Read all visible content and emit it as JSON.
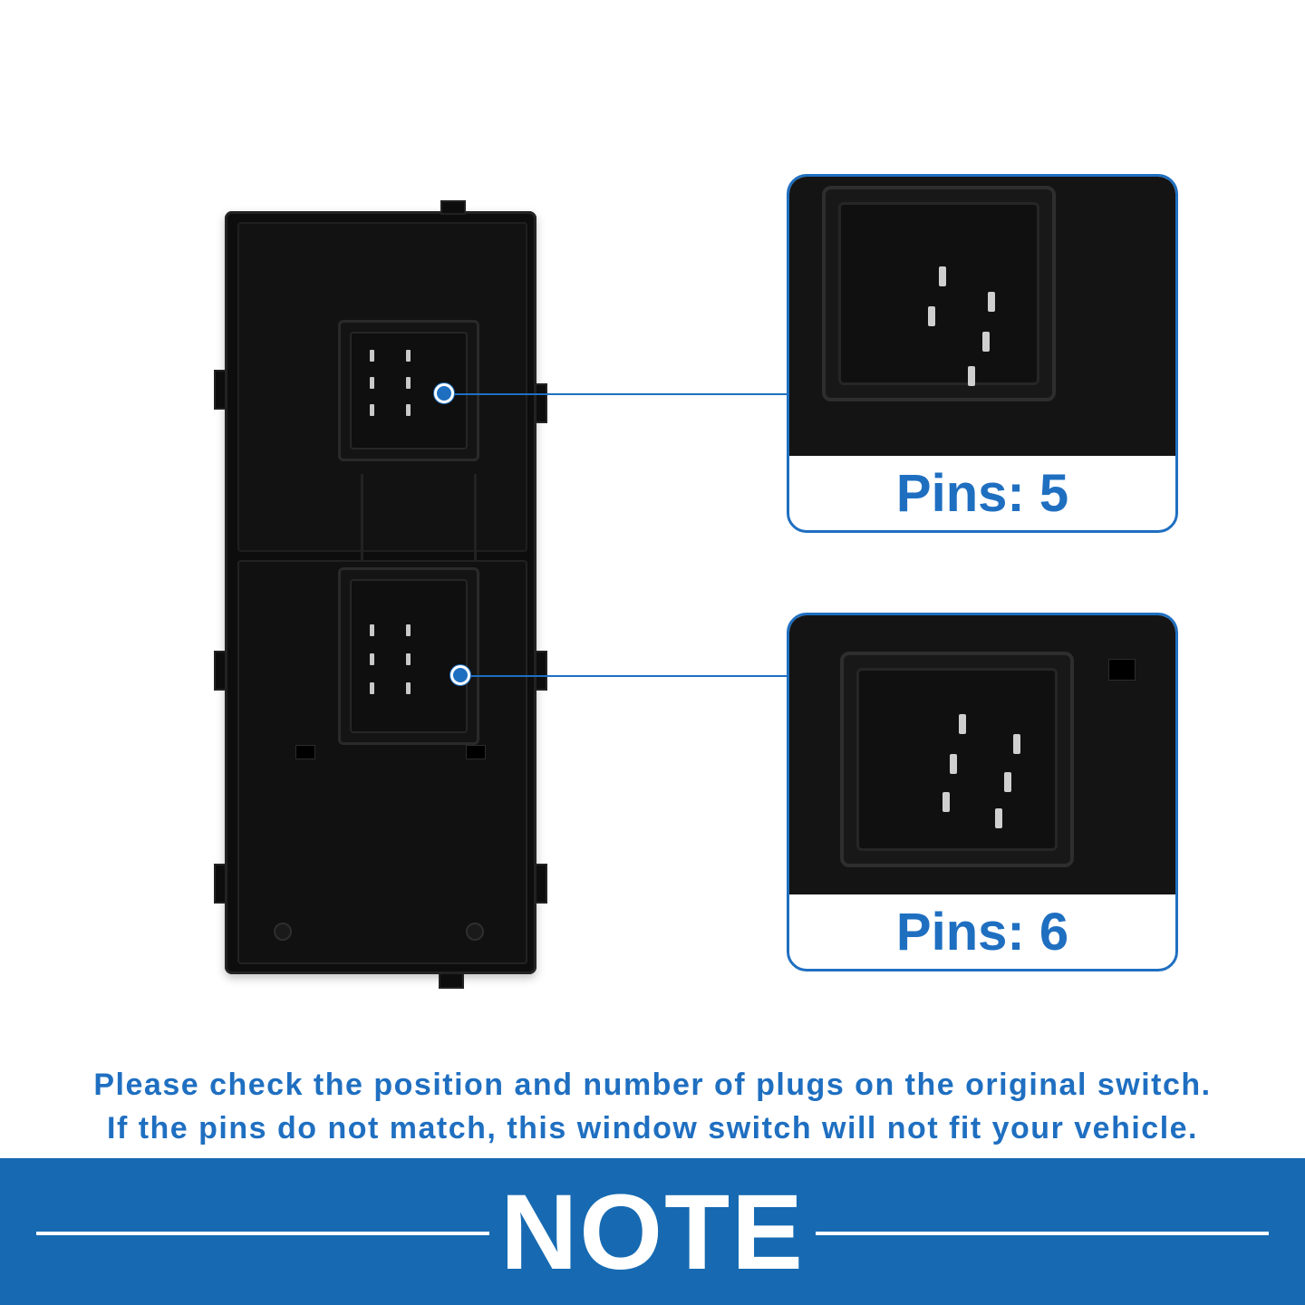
{
  "callouts": [
    {
      "label": "Pins: 5"
    },
    {
      "label": "Pins: 6"
    }
  ],
  "note": {
    "line1": "Please check the position and number of plugs on the original switch.",
    "line2": "If the pins do not match, this window switch will not fit your vehicle.",
    "title": "NOTE"
  },
  "colors": {
    "accent": "#1f6fc1",
    "band": "#176ab2"
  }
}
